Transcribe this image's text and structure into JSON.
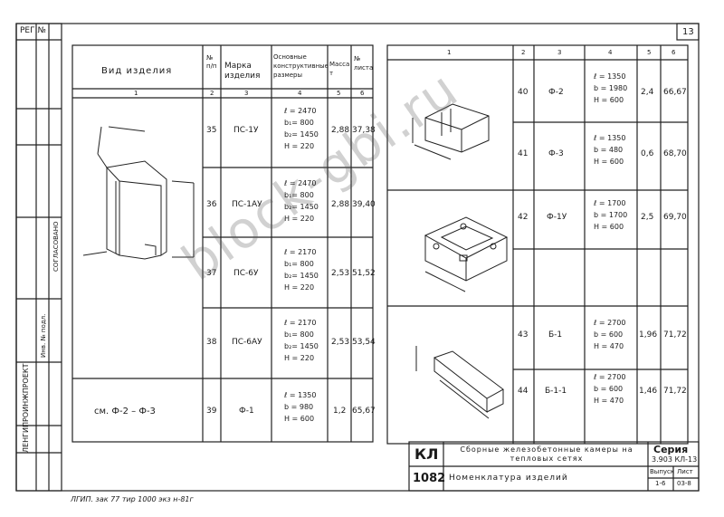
{
  "reg_no": "РЕГ.№",
  "sheet_mark": "13",
  "left_table": {
    "headers": [
      "Вид изделия",
      "№ п/п",
      "Марка изделия",
      "Основные конструктивные размеры",
      "Масса т",
      "№ листа"
    ],
    "col_numbers": [
      "1",
      "2",
      "3",
      "4",
      "5",
      "6"
    ],
    "rows": [
      {
        "n": "35",
        "mark": "ПС-1У",
        "dims": "ℓ = 2470\nb₁= 800\nb₂= 1450\nH = 220",
        "mass": "2,88",
        "sheets": "37,38"
      },
      {
        "n": "36",
        "mark": "ПС-1АУ",
        "dims": "ℓ = 2470\nb₁= 800\nb₂= 1450\nH = 220",
        "mass": "2,88",
        "sheets": "39,40"
      },
      {
        "n": "37",
        "mark": "ПС-6У",
        "dims": "ℓ = 2170\nb₁= 800\nb₂= 1450\nH = 220",
        "mass": "2,53",
        "sheets": "51,52"
      },
      {
        "n": "38",
        "mark": "ПС-6АУ",
        "dims": "ℓ = 2170\nb₁= 800\nb₂= 1450\nH = 220",
        "mass": "2,53",
        "sheets": "53,54"
      },
      {
        "n": "39",
        "mark": "Ф-1",
        "dims": "ℓ = 1350\nb = 980\nH = 600",
        "mass": "1,2",
        "sheets": "65,67",
        "view": "см. Ф-2 – Ф-3"
      }
    ]
  },
  "right_table": {
    "col_numbers": [
      "1",
      "2",
      "3",
      "4",
      "5",
      "6"
    ],
    "rows": [
      {
        "n": "40",
        "mark": "Ф-2",
        "dims": "ℓ = 1350\nb = 1980\nH = 600",
        "mass": "2,4",
        "sheets": "66,67"
      },
      {
        "n": "41",
        "mark": "Ф-3",
        "dims": "ℓ = 1350\nb = 480\nH = 600",
        "mass": "0,6",
        "sheets": "68,70"
      },
      {
        "n": "42",
        "mark": "Ф-1У",
        "dims": "ℓ = 1700\nb = 1700\nH = 600",
        "mass": "2,5",
        "sheets": "69,70"
      },
      {
        "n": "43",
        "mark": "Б-1",
        "dims": "ℓ = 2700\nb = 600\nH = 470",
        "mass": "1,96",
        "sheets": "71,72"
      },
      {
        "n": "44",
        "mark": "Б-1-1",
        "dims": "ℓ = 2700\nb = 600\nH = 470",
        "mass": "1,46",
        "sheets": "71,72"
      }
    ]
  },
  "title_block": {
    "code_top": "КЛ",
    "code_bottom": "1082",
    "title": "Сборные железобетонные камеры на тепловых сетях",
    "subtitle": "Номенклатура изделий",
    "seria_label": "Серия",
    "seria_value": "3.903 КЛ-13",
    "vypusk_label": "Выпуск",
    "vypusk_value": "1-6",
    "list_label": "Лист",
    "list_value": "03-8"
  },
  "stamp": {
    "org": "ЛЕНГИПРОИНЖПРОЕКТ",
    "inv": "Инв. № подл.",
    "agreed": "СОГЛАСОВАНО"
  },
  "footer_note": "ЛГИП. зак 77 тир 1000 экз н-81г",
  "watermark": "block-gbi.ru"
}
